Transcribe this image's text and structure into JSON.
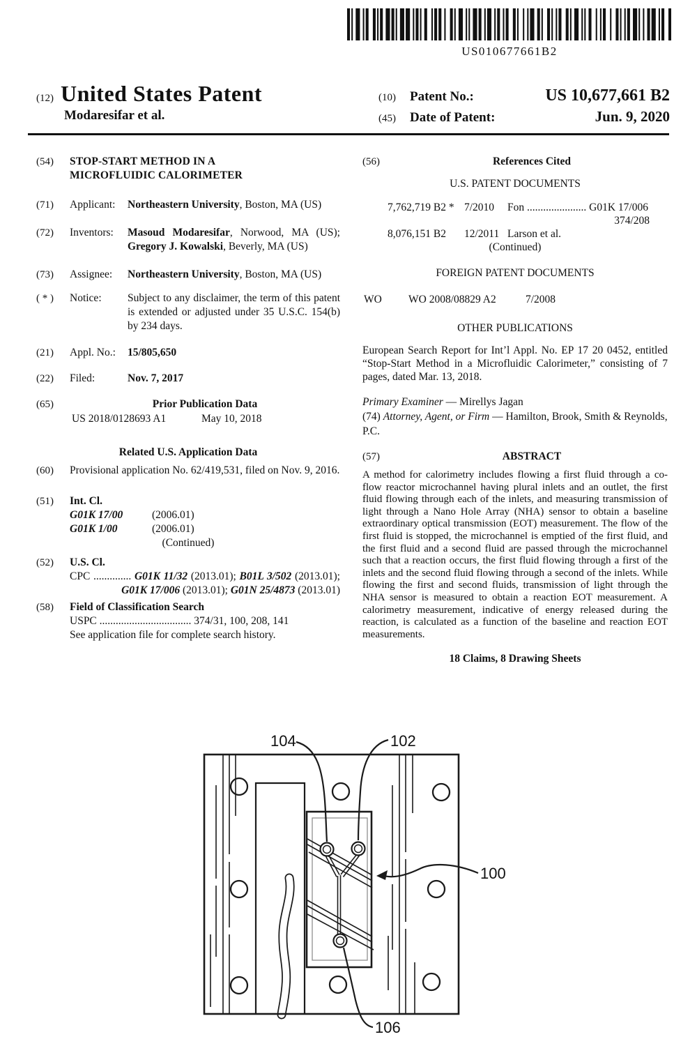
{
  "barcode": {
    "text": "US010677661B2"
  },
  "header": {
    "kind": "(12)",
    "title": "United States Patent",
    "authors": "Modaresifar et al.",
    "patent_no_kind": "(10)",
    "patent_no_label": "Patent No.:",
    "patent_no": "US 10,677,661 B2",
    "date_kind": "(45)",
    "date_label": "Date of Patent:",
    "date": "Jun. 9, 2020"
  },
  "left": {
    "title": {
      "num": "(54)",
      "text": "STOP-START METHOD IN A MICROFLUIDIC CALORIMETER"
    },
    "applicant": {
      "num": "(71)",
      "label": "Applicant:",
      "name": "Northeastern University",
      "rest": ", Boston, MA (US)"
    },
    "inventors": {
      "num": "(72)",
      "label": "Inventors:",
      "n1": "Masoud Modaresifar",
      "r1": ", Norwood, MA (US); ",
      "n2": "Gregory J. Kowalski",
      "r2": ", Beverly, MA (US)"
    },
    "assignee": {
      "num": "(73)",
      "label": "Assignee:",
      "name": "Northeastern University",
      "rest": ", Boston, MA (US)"
    },
    "notice": {
      "num": "( * )",
      "label": "Notice:",
      "text": "Subject to any disclaimer, the term of this patent is extended or adjusted under 35 U.S.C. 154(b) by 234 days."
    },
    "appl_no": {
      "num": "(21)",
      "label": "Appl. No.:",
      "value": "15/805,650"
    },
    "filed": {
      "num": "(22)",
      "label": "Filed:",
      "value": "Nov. 7, 2017"
    },
    "prior_pub": {
      "num": "(65)",
      "heading": "Prior Publication Data",
      "pub_no": "US 2018/0128693 A1",
      "pub_date": "May 10, 2018"
    },
    "related": {
      "heading": "Related U.S. Application Data",
      "num": "(60)",
      "text": "Provisional application No. 62/419,531, filed on Nov. 9, 2016."
    },
    "int_cl": {
      "num": "(51)",
      "heading": "Int. Cl.",
      "rows": [
        {
          "code": "G01K 17/00",
          "year": "(2006.01)"
        },
        {
          "code": "G01K 1/00",
          "year": "(2006.01)"
        }
      ],
      "continued": "(Continued)"
    },
    "us_cl": {
      "num": "(52)",
      "heading": "U.S. Cl.",
      "t0": "CPC .............. ",
      "c1": "G01K 11/32",
      "t1": " (2013.01); ",
      "c2": "B01L 3/502",
      "t2": " (2013.01); ",
      "c3": "G01K 17/006",
      "t3": " (2013.01); ",
      "c4": "G01N 25/4873",
      "t4": " (2013.01)"
    },
    "field": {
      "num": "(58)",
      "heading": "Field of Classification Search",
      "uspc": "USPC .................................. 374/31, 100, 208, 141",
      "note": "See application file for complete search history."
    }
  },
  "right": {
    "refs": {
      "num": "(56)",
      "heading": "References Cited"
    },
    "us_docs": {
      "heading": "U.S. PATENT DOCUMENTS",
      "row1": {
        "pat": "7,762,719 B2 *",
        "date": "7/2010",
        "name": "Fon ......................",
        "cls": "G01K 17/006",
        "cls2": "374/208"
      },
      "row2": {
        "pat": "8,076,151 B2",
        "date": "12/2011",
        "name": "Larson et al."
      },
      "continued": "(Continued)"
    },
    "foreign": {
      "heading": "FOREIGN PATENT DOCUMENTS",
      "country": "WO",
      "number": "WO 2008/08829 A2",
      "date": "7/2008"
    },
    "other_pubs": {
      "heading": "OTHER PUBLICATIONS",
      "text": "European Search Report for Int’l Appl. No. EP 17 20 0452, entitled “Stop-Start Method in a Microfluidic Calorimeter,” consisting of 7 pages, dated Mar. 13, 2018."
    },
    "examiner": {
      "label": "Primary Examiner",
      "rest": " — Mirellys Jagan"
    },
    "attorney": {
      "num": "(74)",
      "label": "Attorney, Agent, or Firm",
      "rest": " — Hamilton, Brook, Smith & Reynolds, P.C."
    },
    "abstract": {
      "num": "(57)",
      "heading": "ABSTRACT",
      "text": "A method for calorimetry includes flowing a first fluid through a co-flow reactor microchannel having plural inlets and an outlet, the first fluid flowing through each of the inlets, and measuring transmission of light through a Nano Hole Array (NHA) sensor to obtain a baseline extraordinary optical transmission (EOT) measurement. The flow of the first fluid is stopped, the microchannel is emptied of the first fluid, and the first fluid and a second fluid are passed through the microchannel such that a reaction occurs, the first fluid flowing through a first of the inlets and the second fluid flowing through a second of the inlets. While flowing the first and second fluids, transmission of light through the NHA sensor is measured to obtain a reaction EOT measurement. A calorimetry measurement, indicative of energy released during the reaction, is calculated as a function of the baseline and reaction EOT measurements."
    },
    "claims": "18 Claims, 8 Drawing Sheets"
  },
  "figure": {
    "labels": {
      "l104": "104",
      "l102": "102",
      "l100": "100",
      "l106": "106"
    }
  }
}
